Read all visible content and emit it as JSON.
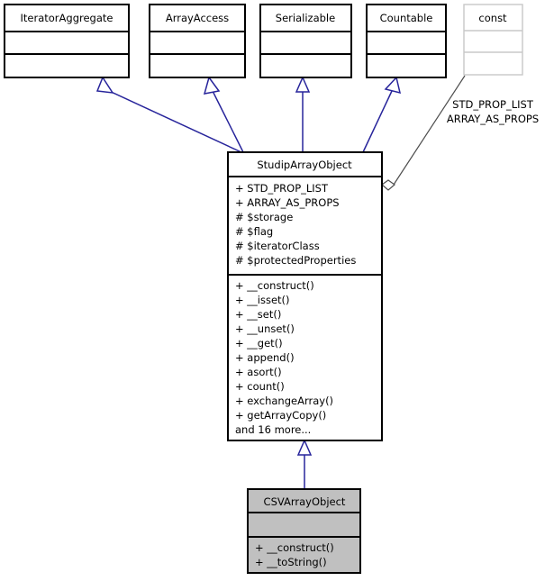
{
  "diagram": {
    "type": "uml-class-diagram",
    "background": "#ffffff",
    "colors": {
      "inheritance_edge": "#27249b",
      "association_edge": "#4d4d4d",
      "highlight_fill": "#c0c0c0",
      "plain_fill": "#ffffff",
      "border": "#000000",
      "border_light": "#c8c8c8"
    }
  },
  "interfaces": [
    {
      "name": "IteratorAggregate"
    },
    {
      "name": "ArrayAccess"
    },
    {
      "name": "Serializable"
    },
    {
      "name": "Countable"
    }
  ],
  "const_box": {
    "name": "const"
  },
  "association": {
    "labels": [
      "STD_PROP_LIST",
      "ARRAY_AS_PROPS"
    ]
  },
  "main_class": {
    "name": "StudipArrayObject",
    "attributes": [
      "+ STD_PROP_LIST",
      "+ ARRAY_AS_PROPS",
      "# $storage",
      "# $flag",
      "# $iteratorClass",
      "# $protectedProperties"
    ],
    "methods": [
      "+ __construct()",
      "+ __isset()",
      "+ __set()",
      "+ __unset()",
      "+ __get()",
      "+ append()",
      "+ asort()",
      "+ count()",
      "+ exchangeArray()",
      "+ getArrayCopy()",
      "and 16 more..."
    ]
  },
  "sub_class": {
    "name": "CSVArrayObject",
    "attributes": [],
    "methods": [
      "+ __construct()",
      "+ __toString()"
    ]
  }
}
